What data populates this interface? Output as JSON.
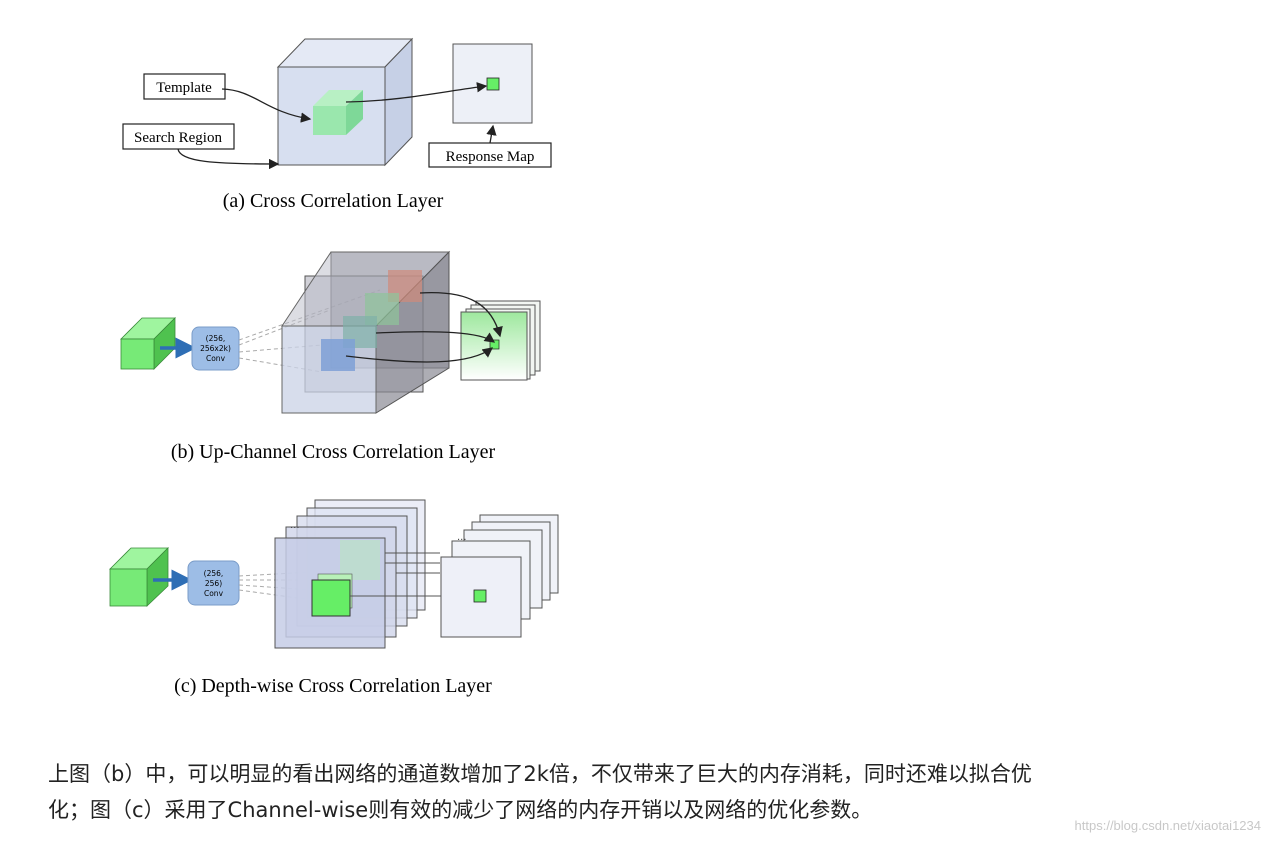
{
  "panel_a": {
    "template_label": "Template",
    "search_region_label": "Search Region",
    "response_map_label": "Response Map",
    "caption": "(a)  Cross Correlation Layer"
  },
  "panel_b": {
    "conv_line1": "(256,",
    "conv_line2": "256x2k)",
    "conv_line3": "Conv",
    "caption": "(b)  Up-Channel Cross Correlation Layer"
  },
  "panel_c": {
    "conv_line1": "(256,",
    "conv_line2": "256)",
    "conv_line3": "Conv",
    "ellipsis": "...",
    "caption": "(c)  Depth-wise Cross Correlation Layer"
  },
  "paragraph": {
    "line1": "上图（b）中，可以明显的看出网络的通道数增加了2k倍，不仅带来了巨大的内存消耗，同时还难以拟合优",
    "line2": "化；图（c）采用了Channel-wise则有效的减少了网络的内存开销以及网络的优化参数。"
  },
  "watermark": "https://blog.csdn.net/xiaotai1234",
  "colors": {
    "green": "#66ee66",
    "blue_box": "#9dbde6",
    "cube_fill": "#d7dff0",
    "arrow_blue": "#2e6eb5"
  }
}
